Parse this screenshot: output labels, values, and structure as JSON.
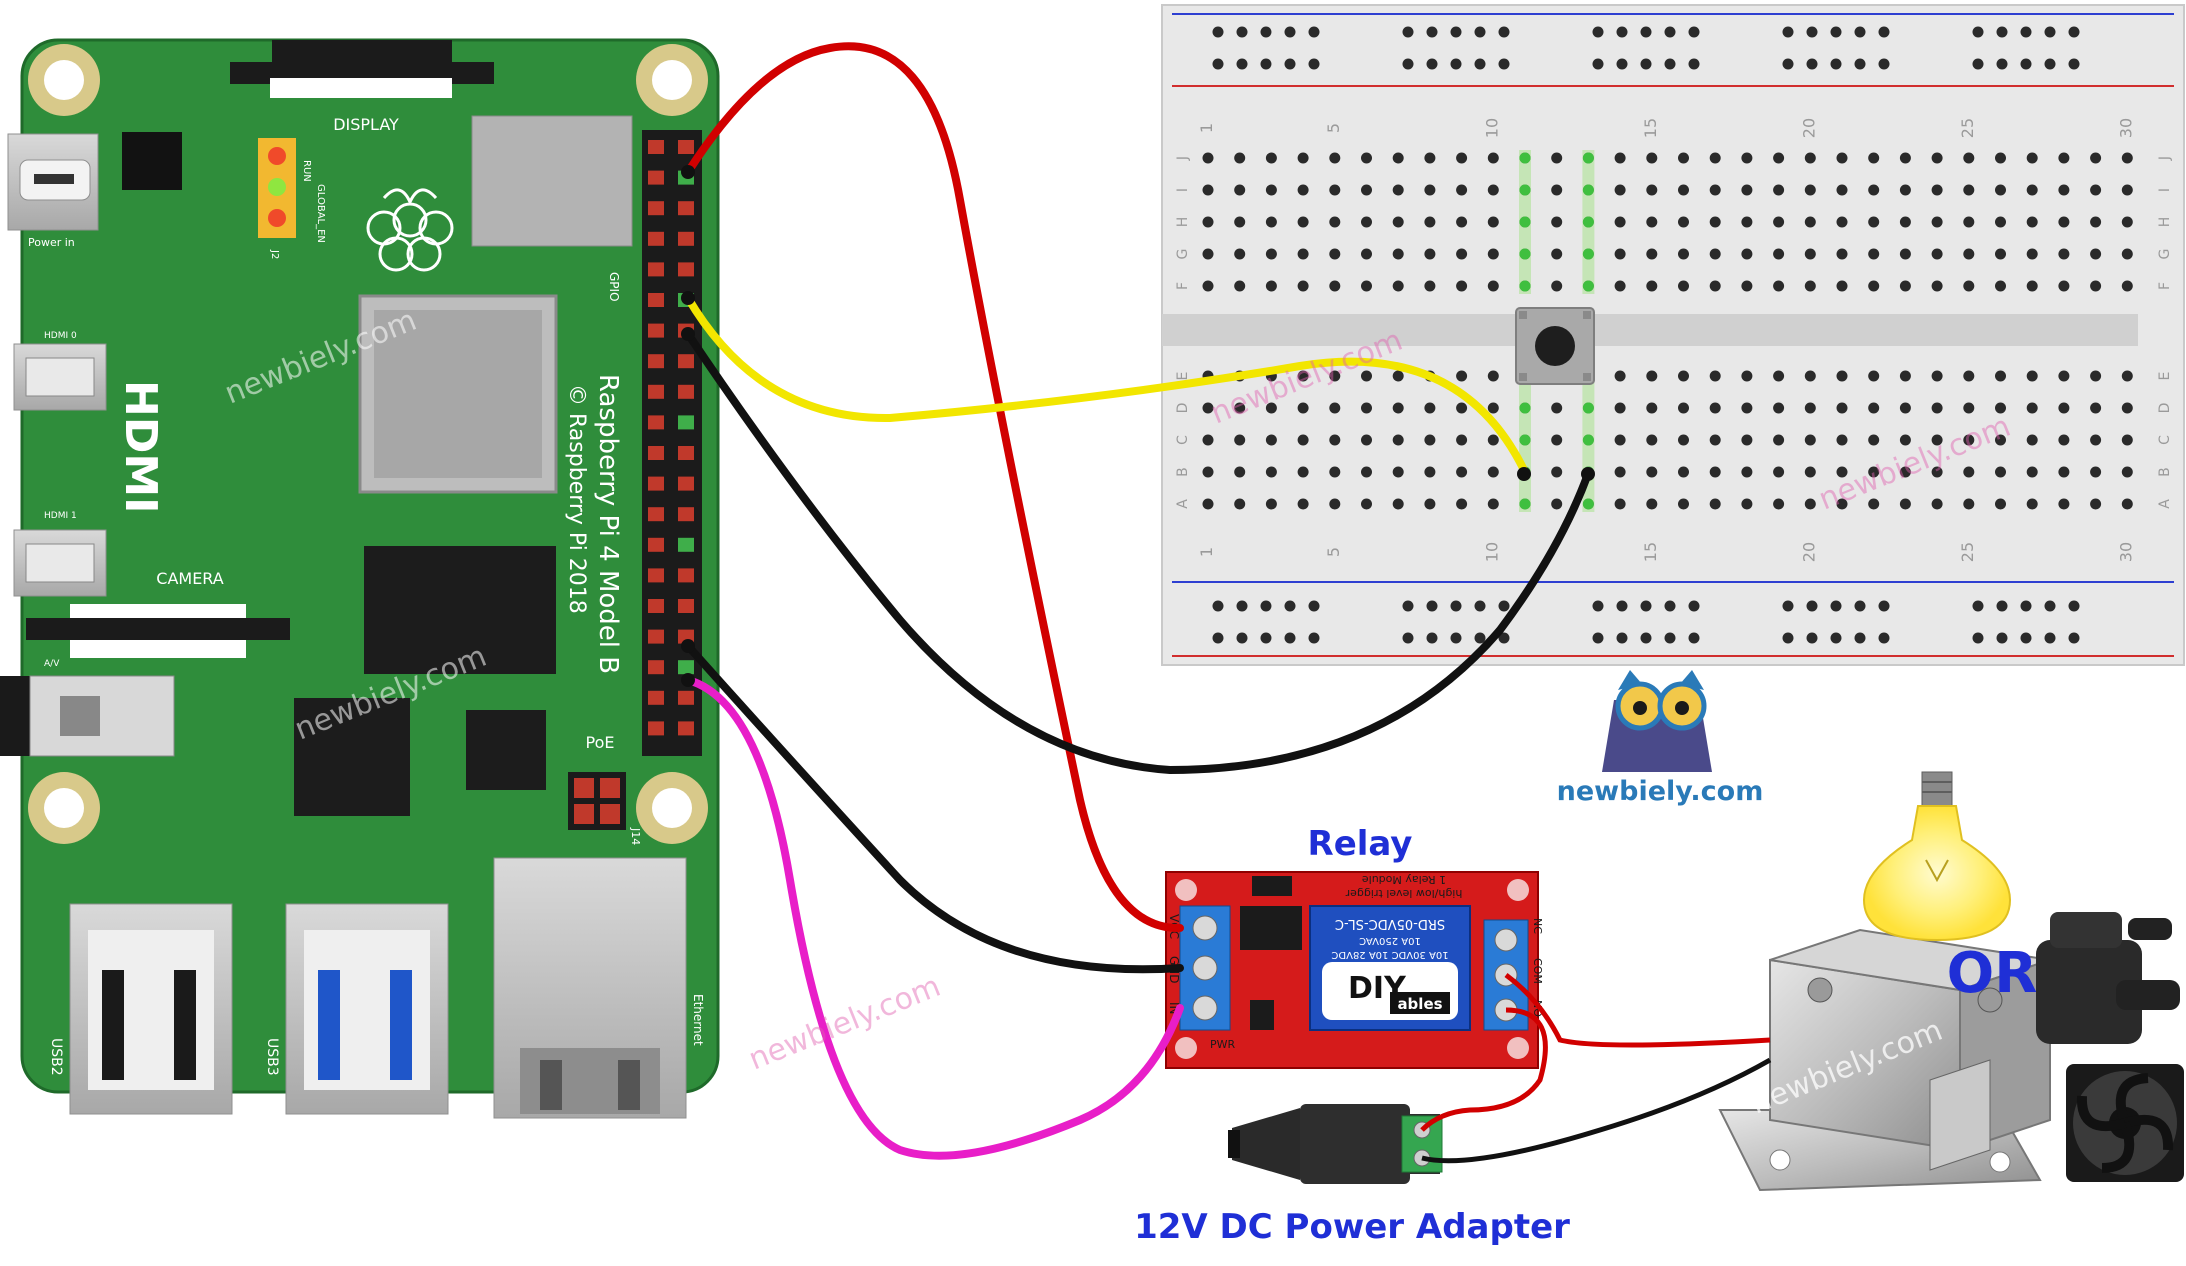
{
  "board": {
    "silk_model": "Raspberry Pi 4 Model B",
    "silk_copyright": "© Raspberry Pi 2018",
    "display": "DISPLAY",
    "camera": "CAMERA",
    "hdmi": "HDMI",
    "hdmi0": "HDMI 0",
    "hdmi1": "HDMI 1",
    "power_in": "Power in",
    "av": "A/V",
    "gpio": "GPIO",
    "poe": "PoE",
    "j14": "J14",
    "j2": "J2",
    "run": "RUN",
    "global_en": "GLOBAL_EN",
    "usb2": "USB2",
    "usb3": "USB3",
    "ethernet": "Ethernet"
  },
  "breadboard": {
    "col_numbers": [
      "1",
      "5",
      "10",
      "15",
      "20",
      "25",
      "30"
    ],
    "row_letters_top": [
      "J",
      "I",
      "H",
      "G",
      "F"
    ],
    "row_letters_bottom": [
      "E",
      "D",
      "C",
      "B",
      "A"
    ]
  },
  "relay": {
    "title": "Relay",
    "module_line1": "1 Relay Module",
    "module_line2": "high/low level trigger",
    "coil_model": "SRD-05VDC-SL-C",
    "rating1": "10A 250VAC",
    "rating2": "10A 30VDC 10A 28VDC",
    "logo_main": "DIY",
    "logo_sub": "ables",
    "pin_vcc": "VCC",
    "pin_gnd": "GND",
    "pin_in": "IN",
    "pin_nc": "NC",
    "pin_com": "COM",
    "pin_no": "NO",
    "pwr": "PWR"
  },
  "labels": {
    "power_adapter": "12V DC Power Adapter",
    "or": "OR",
    "brand": "newbiely.com",
    "watermark": "newbiely.com"
  },
  "colors": {
    "wire_red": "#d10000",
    "wire_yellow": "#f2e600",
    "wire_black": "#111111",
    "wire_magenta": "#e81ec8",
    "pcb_green": "#2e8b3a",
    "label_blue": "#1f2fd6"
  }
}
